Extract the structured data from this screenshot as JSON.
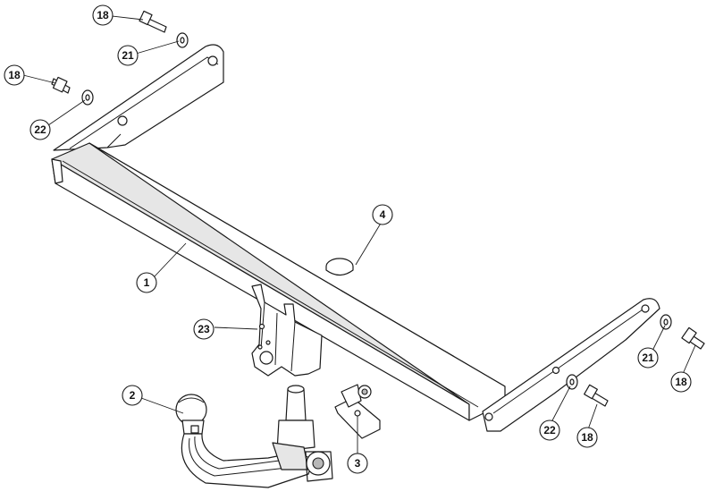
{
  "diagram": {
    "parts": [
      {
        "id": "p18a",
        "label": "18"
      },
      {
        "id": "p21a",
        "label": "21"
      },
      {
        "id": "p18b",
        "label": "18"
      },
      {
        "id": "p22a",
        "label": "22"
      },
      {
        "id": "p4",
        "label": "4"
      },
      {
        "id": "p1",
        "label": "1"
      },
      {
        "id": "p23",
        "label": "23"
      },
      {
        "id": "p2",
        "label": "2"
      },
      {
        "id": "p3",
        "label": "3"
      },
      {
        "id": "p21b",
        "label": "21"
      },
      {
        "id": "p18c",
        "label": "18"
      },
      {
        "id": "p22b",
        "label": "22"
      },
      {
        "id": "p18d",
        "label": "18"
      }
    ]
  }
}
